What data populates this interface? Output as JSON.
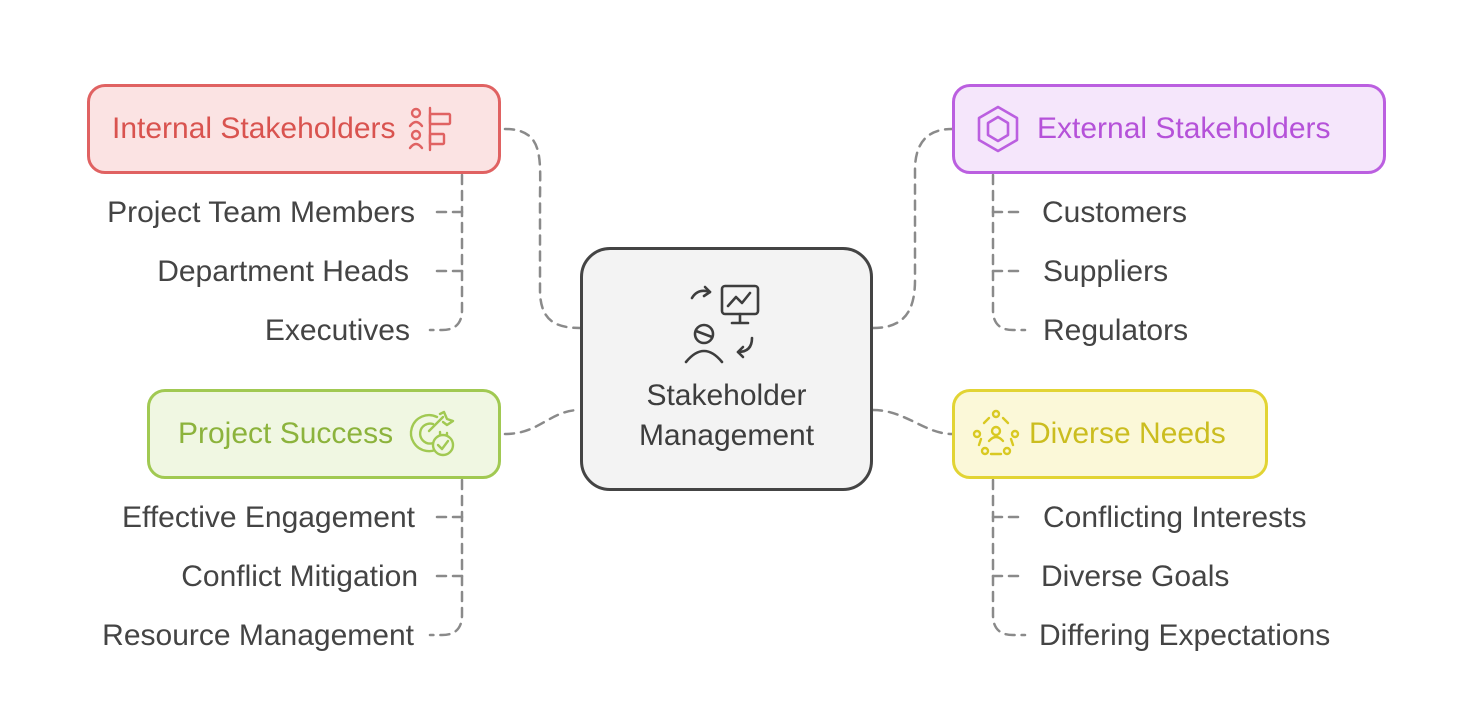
{
  "center": {
    "title": "Stakeholder Management",
    "icon": "stakeholder-presentation-icon"
  },
  "internal_stakeholders": {
    "label": "Internal Stakeholders",
    "icon": "org-chart-people-icon",
    "color": "#e06262",
    "items": [
      "Project Team Members",
      "Department Heads",
      "Executives"
    ]
  },
  "external_stakeholders": {
    "label": "External Stakeholders",
    "icon": "hexagon-cube-icon",
    "color": "#bb5fe0",
    "items": [
      "Customers",
      "Suppliers",
      "Regulators"
    ]
  },
  "project_success": {
    "label": "Project Success",
    "icon": "target-check-icon",
    "color": "#a1c952",
    "items": [
      "Effective Engagement",
      "Conflict Mitigation",
      "Resource Management"
    ]
  },
  "diverse_needs": {
    "label": "Diverse Needs",
    "icon": "people-network-icon",
    "color": "#e2d434",
    "items": [
      "Conflicting Interests",
      "Diverse Goals",
      "Differing Expectations"
    ]
  }
}
